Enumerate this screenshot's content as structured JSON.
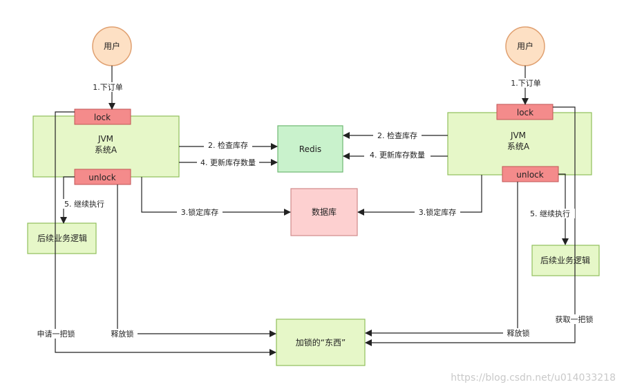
{
  "nodes": {
    "user_left": "用户",
    "user_right": "用户",
    "jvm_left_title": "JVM",
    "jvm_left_sub": "系统A",
    "jvm_right_title": "JVM",
    "jvm_right_sub": "系统A",
    "lock_left": "lock",
    "unlock_left": "unlock",
    "lock_right": "lock",
    "unlock_right": "unlock",
    "redis": "Redis",
    "database": "数据库",
    "logic_left": "后续业务逻辑",
    "logic_right": "后续业务逻辑",
    "lock_thing": "加锁的“东西”"
  },
  "edges": {
    "order_left": "1.下订单",
    "order_right": "1.下订单",
    "check_left": "2. 检查库存",
    "check_right": "2. 检查库存",
    "update_left": "4. 更新库存数量",
    "update_right": "4. 更新库存数量",
    "lockstock_left": "3.锁定库存",
    "lockstock_right": "3.锁定库存",
    "continue_left": "5. 继续执行",
    "continue_right": "5. 继续执行",
    "apply_lock": "申请一把锁",
    "release_left": "释放锁",
    "release_right": "释放锁",
    "acquire_lock": "获取一把锁"
  },
  "watermark": "https://blog.csdn.net/u014033218",
  "colors": {
    "user_fill": "#fde0c4",
    "jvm_fill": "#e6f7c8",
    "lock_fill": "#f48b8b",
    "redis_fill": "#c9f2cc",
    "db_fill": "#fdd0d0",
    "box_fill": "#e6f7c8",
    "stroke": "#333333"
  }
}
